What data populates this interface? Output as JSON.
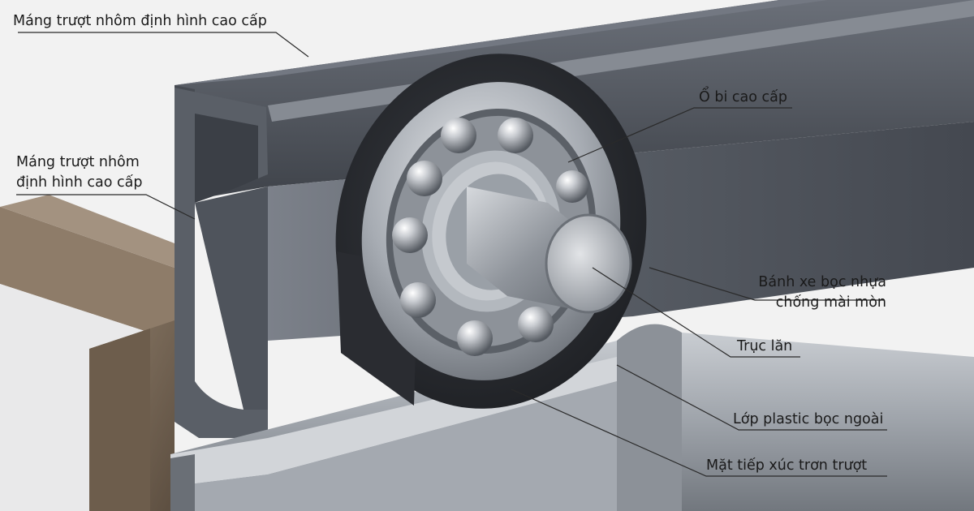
{
  "labels": {
    "top_left": "Máng trượt nhôm định hình cao cấp",
    "mid_left_line1": "Máng trượt nhôm",
    "mid_left_line2": "định hình cao cấp",
    "ball_bearing": "Ổ bi cao cấp",
    "wheel_line1": "Bánh xe bọc nhựa",
    "wheel_line2": "chống mài mòn",
    "axle": "Trục lăn",
    "plastic_layer": "Lớp plastic bọc ngoài",
    "contact_surface": "Mặt tiếp xúc trơn trượt"
  },
  "colors": {
    "background": "#f2f2f2",
    "rail_dark": "#4b4f57",
    "rail_mid": "#5d626b",
    "rail_light": "#8a8f97",
    "wood": "#7a6a58",
    "plastic_tire": "#2c2e33",
    "steel": "#b9bec5"
  }
}
